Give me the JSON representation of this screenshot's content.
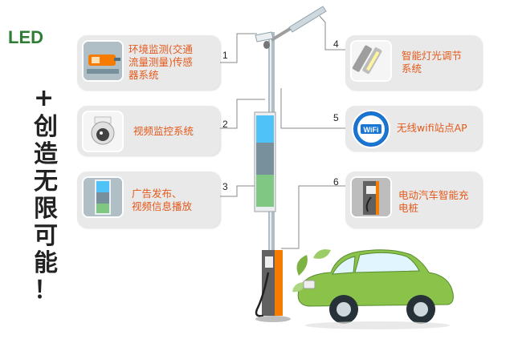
{
  "logo_text": "LED",
  "plus_sign": "+",
  "slogan_chars": [
    "创",
    "造",
    "无",
    "限",
    "可",
    "能",
    "！"
  ],
  "features_left": [
    {
      "number": "1",
      "line1": "环境监测(交通",
      "line2": "流量测量)传感",
      "line3": "器系统",
      "icon": "sensor-icon"
    },
    {
      "number": "2",
      "line1": "视频监控系统",
      "icon": "camera-icon"
    },
    {
      "number": "3",
      "line1": "广告发布、",
      "line2": "视频信息播放",
      "icon": "ad-screen-icon"
    }
  ],
  "features_right": [
    {
      "number": "4",
      "line1": "智能灯光调节",
      "line2": "系统",
      "icon": "led-lamp-icon"
    },
    {
      "number": "5",
      "line1": "无线wifi站点AP",
      "icon": "wifi-icon",
      "icon_text": "WiFi"
    },
    {
      "number": "6",
      "line1": "电动汽车智能充",
      "line2": "电桩",
      "icon": "charger-icon"
    }
  ],
  "colors": {
    "label": "#e35a1c",
    "card": "#e9e9e9",
    "car": "#8bc34a",
    "logo": "#2e7d32"
  }
}
